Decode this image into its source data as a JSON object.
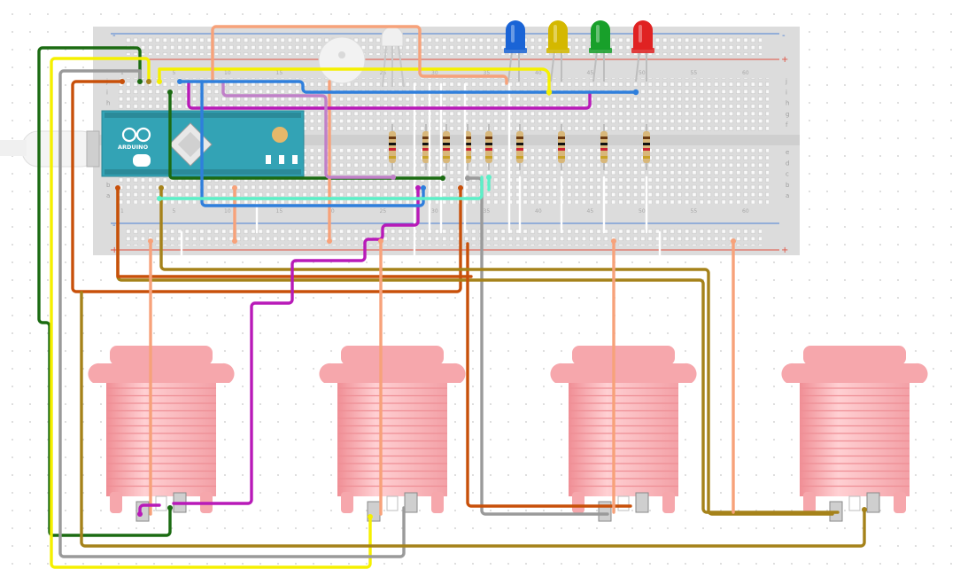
{
  "arduino": {
    "logo_text": "ARDUINO",
    "board_color": "#33a3b5"
  },
  "breadboard": {
    "rail_plus": "+",
    "rail_minus": "-",
    "row_letters_top": [
      "j",
      "i",
      "h",
      "g",
      "f"
    ],
    "row_letters_bottom": [
      "e",
      "d",
      "c",
      "b",
      "a"
    ],
    "column_numbers": [
      "1",
      "5",
      "10",
      "15",
      "20",
      "25",
      "30",
      "35",
      "40",
      "45",
      "50",
      "55",
      "60"
    ]
  },
  "leds": [
    {
      "color_name": "blue",
      "color": "#1a64d6"
    },
    {
      "color_name": "yellow",
      "color": "#d4b800"
    },
    {
      "color_name": "green",
      "color": "#18a02a"
    },
    {
      "color_name": "red",
      "color": "#e02222"
    }
  ],
  "arcade_buttons": [
    {
      "color": "#f6a7ac"
    },
    {
      "color": "#f6a7ac"
    },
    {
      "color": "#f6a7ac"
    },
    {
      "color": "#f6a7ac"
    }
  ],
  "wire_colors": {
    "dark_green": "#1b6b12",
    "yellow": "#f5f000",
    "gray": "#9a9a9a",
    "orange": "#c8500a",
    "salmon": "#f7a27a",
    "purple": "#b81ab8",
    "blue": "#2f7fdc",
    "brown": "#a5821a",
    "teal": "#5cf0c8",
    "violet": "#c080c8",
    "white": "#ffffff"
  }
}
